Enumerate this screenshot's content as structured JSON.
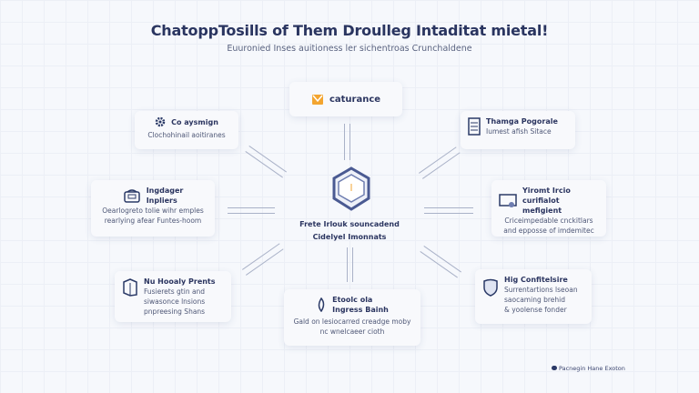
{
  "header": {
    "title": "ChatoppTosills of Them Droulleg Intaditat mietal!",
    "subtitle": "Euuronied Inses auitioness ler sichentroas Crunchaldene"
  },
  "top_card": {
    "title": "caturance",
    "icon": "mail-icon"
  },
  "center": {
    "line1": "Frete Irlouk souncadend",
    "line2": "Cidelyel Imonnats",
    "icon": "box-icon"
  },
  "cards": [
    {
      "title": "Co aysmign",
      "desc": [
        "Clochohinail aoitiranes"
      ],
      "icon": "gear-icon"
    },
    {
      "title": "Ingdager",
      "title2": "Inpliers",
      "desc": [
        "Oearlogreto tolie wihr emples",
        "rearlying afear Funtes-hoom"
      ],
      "icon": "phone-icon"
    },
    {
      "title": "Nu Hooaly Prents",
      "desc": [
        "Fusierets gtin and",
        "siwasonce lnsions",
        "pnpreesing Shans"
      ],
      "icon": "book-icon"
    },
    {
      "title": "Thamga Pogorale",
      "desc": [
        "Iumest afish Sitace"
      ],
      "icon": "document-icon"
    },
    {
      "title": "Yiromt Ircio",
      "title2": "curifialot mefigient",
      "desc": [
        "Criceimpedable cnckitlars",
        "and epposse of imdemitec"
      ],
      "icon": "monitor-icon"
    },
    {
      "title": "Hig Confitelsire",
      "desc": [
        "Surrentartions lseoan",
        "saocaming brehid",
        "& yoolense fonder"
      ],
      "icon": "shield-icon"
    }
  ],
  "bottom_card": {
    "title": "Etoolc ola",
    "title2": "Ingress Bainh",
    "desc": [
      "Gald on lesiocarred creadge moby",
      "nc wnelcaeer cioth"
    ],
    "icon": "leaf-icon"
  },
  "footer": {
    "text": "Pacnegin Hane Exoton"
  },
  "colors": {
    "accent": "#f3a530",
    "primary": "#2b3a67"
  }
}
